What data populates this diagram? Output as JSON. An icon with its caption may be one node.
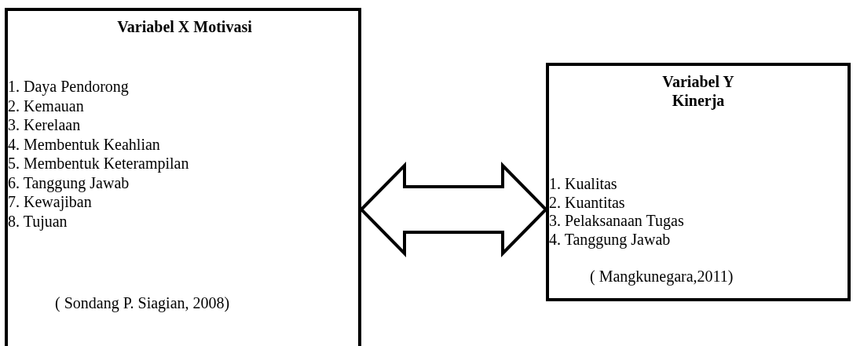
{
  "diagram": {
    "nodes": [
      {
        "text": [
          "Variabel X Motivasi",
          "1. Daya Pendorong",
          "2. Kemauan",
          "3. Kerelaan",
          "4. Membentuk Keahlian",
          "5. Membentuk Keterampilan",
          "6. Tanggung Jawab",
          "7. Kewajiban",
          "8. Tujuan",
          "( Sondang P. Siagian, 2008)"
        ]
      },
      {
        "text": [
          "Variabel Y Kinerja",
          "1. Kualitas",
          "2. Kuantitas",
          "3. Pelaksanaan Tugas",
          "4. Tanggung Jawab",
          "( Mangkunegara,2011)"
        ]
      }
    ],
    "edges": [
      {
        "from": 0,
        "to": 1,
        "arrow": "both"
      }
    ]
  }
}
